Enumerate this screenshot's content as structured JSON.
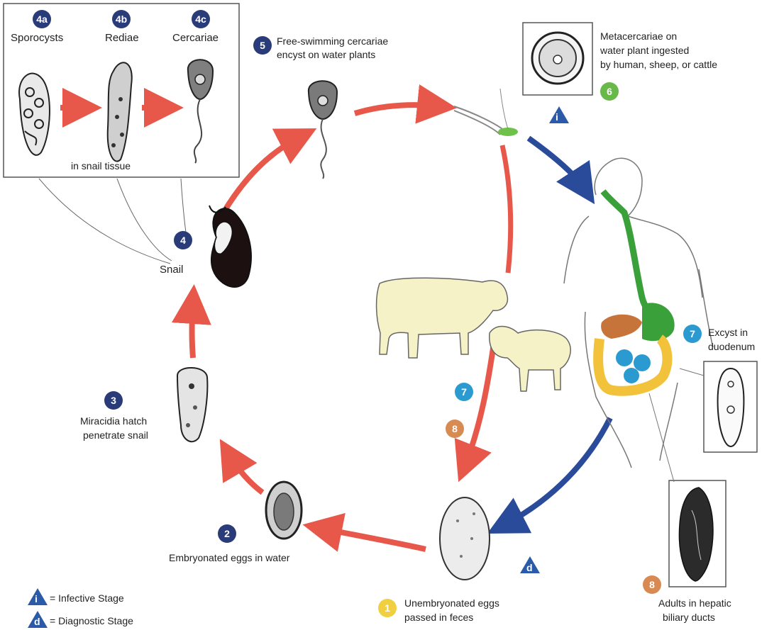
{
  "stages": {
    "s4a": {
      "num": "4a",
      "label": "Sporocysts"
    },
    "s4b": {
      "num": "4b",
      "label": "Rediae"
    },
    "s4c": {
      "num": "4c",
      "label": "Cercariae"
    },
    "snail_tissue": "in snail tissue",
    "s5": {
      "num": "5",
      "line1": "Free-swimming cercariae",
      "line2": "encyst on water plants"
    },
    "s6": {
      "num": "6",
      "line1": "Metacercariae on",
      "line2": "water plant ingested",
      "line3": "by human, sheep, or cattle"
    },
    "s4": {
      "num": "4",
      "label": "Snail"
    },
    "s3": {
      "num": "3",
      "line1": "Miracidia hatch",
      "line2": "penetrate snail"
    },
    "s2": {
      "num": "2",
      "label": "Embryonated eggs in water"
    },
    "s1": {
      "num": "1",
      "line1": "Unembryonated eggs",
      "line2": "passed in feces"
    },
    "s7": {
      "num": "7",
      "line1": "Excyst in",
      "line2": "duodenum"
    },
    "s7_animal": {
      "num": "7"
    },
    "s8": {
      "num": "8",
      "line1": "Adults in hepatic",
      "line2": "biliary ducts"
    },
    "s8_animal": {
      "num": "8"
    }
  },
  "legend": {
    "infective_letter": "i",
    "infective_label": "= Infective Stage",
    "diagnostic_letter": "d",
    "diagnostic_label": "= Diagnostic Stage"
  },
  "colors": {
    "cycle_arrow": "#e8584a",
    "host_arrow": "#2a4a9a",
    "badge_navy": "#2a3b7a",
    "badge_teal": "#2b9ad1",
    "badge_orange": "#d78b52",
    "badge_green": "#69b84a",
    "badge_yellow": "#f0d040",
    "gi_tract": "#3aa13a",
    "intestine": "#f2c23a",
    "liver": "#c7743a"
  }
}
